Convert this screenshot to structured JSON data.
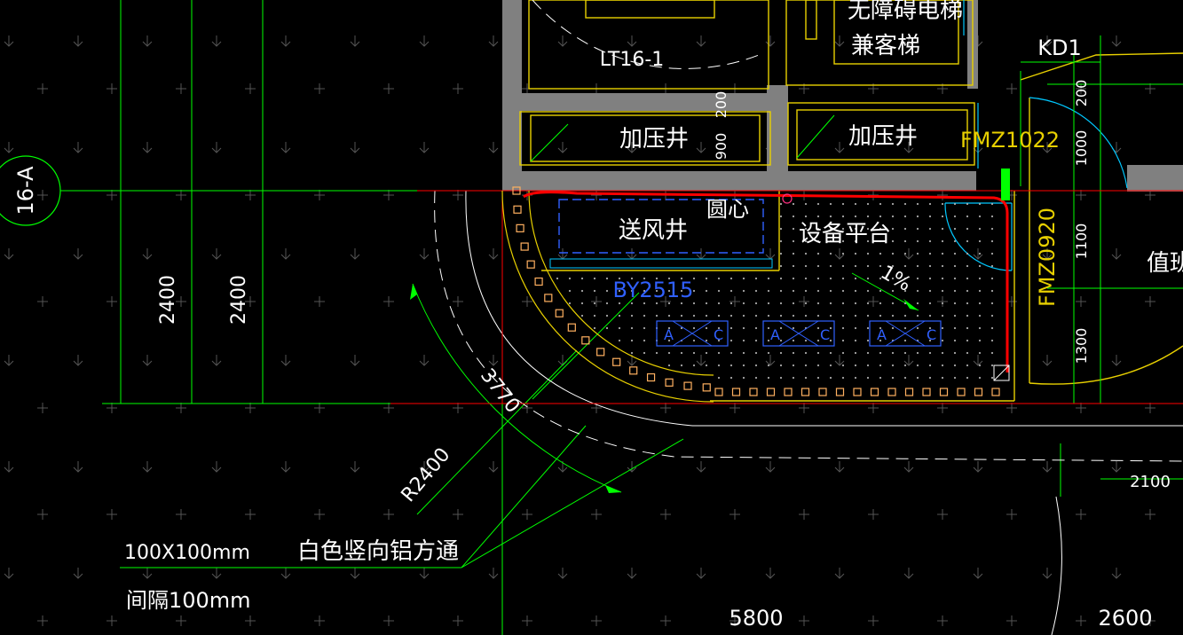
{
  "grid": {
    "bubble_label": "16-A",
    "dimensions": {
      "vertical_1": "2400",
      "vertical_2": "2400",
      "bottom_main": "5800",
      "bottom_right": "2600",
      "right_small": "2100",
      "arc_length": "3770",
      "radius": "R2400"
    }
  },
  "rooms": {
    "elevator_left": "LT16-1",
    "elevator_right_line1": "无障碍电梯",
    "elevator_right_line2": "兼客梯",
    "pressure_shaft_left": "加压井",
    "pressure_shaft_right": "加压井",
    "supply_shaft": "送风井",
    "equipment_platform": "设备平台",
    "duty_room": "值班"
  },
  "annotations": {
    "center_mark": "圆心",
    "louver": "BY2515",
    "slope": "1%",
    "door_kd1": "KD1",
    "door_fmz1022": "FMZ1022",
    "door_fmz0920": "FMZ0920",
    "ac_unit_label_a": "A",
    "ac_unit_label_c": "C",
    "dim_200_shaft": "200",
    "dim_900_shaft": "900",
    "dim_200_right": "200",
    "dim_1000_right": "1000",
    "dim_1100_right": "1100",
    "dim_1300_right": "1300"
  },
  "notes": {
    "tube_size": "100X100mm",
    "tube_desc": "白色竖向铝方通",
    "spacing": "间隔100mm"
  },
  "colors": {
    "background": "#000000",
    "wall_fill": "#808080",
    "grid_green": "#00ff00",
    "axis_red": "#ff0000",
    "text_white": "#ffffff",
    "outline_yellow": "#e8d000",
    "door_cyan": "#00c8ff",
    "louver_blue": "#3060ff",
    "highlight_red": "#ff0000",
    "tube_orange": "#ffb060"
  }
}
